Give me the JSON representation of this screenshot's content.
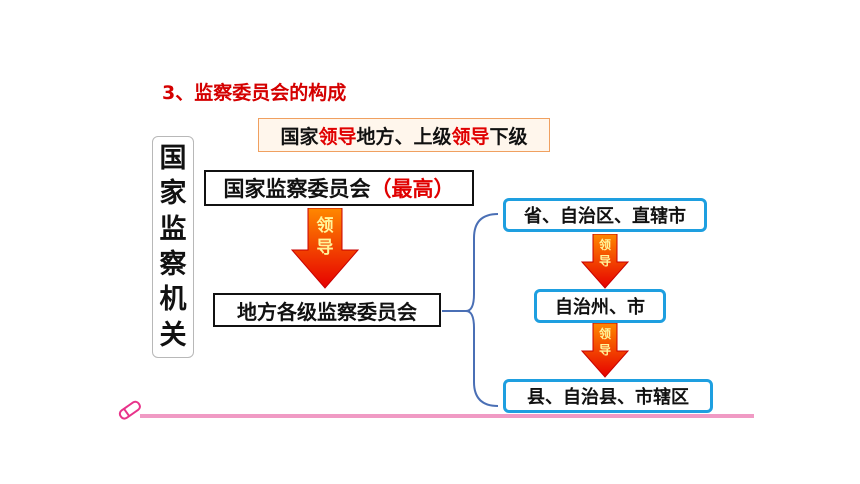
{
  "heading": "3、监察委员会的构成",
  "principle": {
    "part1": "国家",
    "part2": "领导",
    "part3": "地方、上级",
    "part4": "领导",
    "part5": "下级"
  },
  "vertical_title": [
    "国",
    "家",
    "监",
    "察",
    "机",
    "关"
  ],
  "national": {
    "name": "国家监察委员会",
    "note": "（最高）"
  },
  "local": "地方各级监察委员会",
  "levels": {
    "province": "省、自治区、直辖市",
    "city": "自治州、市",
    "county": "县、自治县、市辖区"
  },
  "arrows": {
    "main": [
      "领",
      "导"
    ],
    "upper": [
      "领",
      "导"
    ],
    "lower": [
      "领",
      "导"
    ]
  },
  "colors": {
    "accent_red": "#e00000",
    "blue_border": "#1e9fe0",
    "arrow_fill": "#e60000",
    "arrow_text": "#fff59a",
    "divider_pink": "#f09ac4"
  }
}
